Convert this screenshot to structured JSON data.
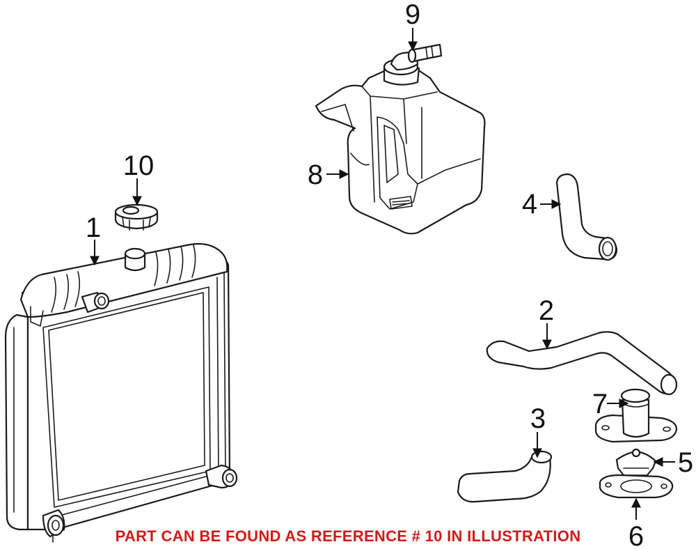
{
  "diagram": {
    "callouts": {
      "c1": "1",
      "c2": "2",
      "c3": "3",
      "c4": "4",
      "c5": "5",
      "c6": "6",
      "c7": "7",
      "c8": "8",
      "c9": "9",
      "c10": "10"
    },
    "note": "PART CAN BE FOUND AS REFERENCE # 10 IN ILLUSTRATION",
    "note_color": "#d11a1a",
    "line_color": "#1a1a1a"
  }
}
